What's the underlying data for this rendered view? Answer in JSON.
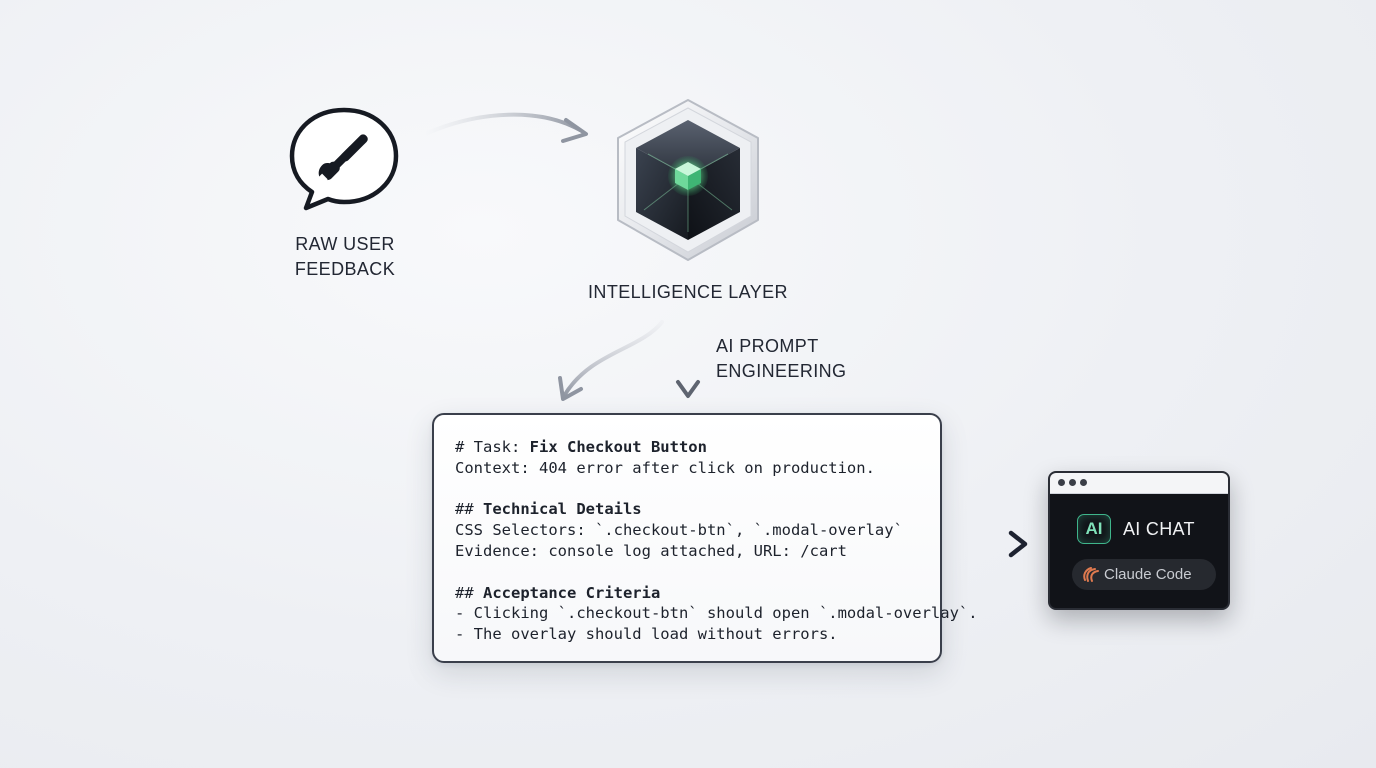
{
  "nodes": {
    "feedback": {
      "icon": "speech-bubble-wrench-icon",
      "label_lines": [
        "RAW USER",
        "FEEDBACK"
      ]
    },
    "intelligence": {
      "icon": "hexagon-cube-icon",
      "label": "INTELLIGENCE LAYER"
    },
    "prompt_step": {
      "label_lines": [
        "AI PROMPT",
        "ENGINEERING"
      ]
    }
  },
  "prompt_card": {
    "task_heading_prefix": "# Task: ",
    "task_heading_title": "Fix Checkout Button",
    "context_line": "Context: 404 error after click on production.",
    "technical_heading_prefix": "## ",
    "technical_heading_title": "Technical Details",
    "css_line": "CSS Selectors: `.checkout-btn`, `.modal-overlay`",
    "evidence_line": "Evidence: console log attached, URL: /cart",
    "acceptance_heading_prefix": "## ",
    "acceptance_heading_title": "Acceptance Criteria",
    "criteria": [
      "- Clicking `.checkout-btn` should open `.modal-overlay`.",
      "- The overlay should load without errors."
    ]
  },
  "chat_window": {
    "badge": "AI",
    "title": "AI CHAT",
    "tool_icon": "claude-burst-icon",
    "tool_label": "Claude Code"
  },
  "colors": {
    "ink": "#1f2430",
    "arrow_light": "#9aa0ab",
    "arrow_dark": "#1d2230",
    "glow_green": "#5fdc8c",
    "ai_green": "#3fb58b",
    "claude_orange": "#e07a4f",
    "chat_bg": "#111318"
  }
}
